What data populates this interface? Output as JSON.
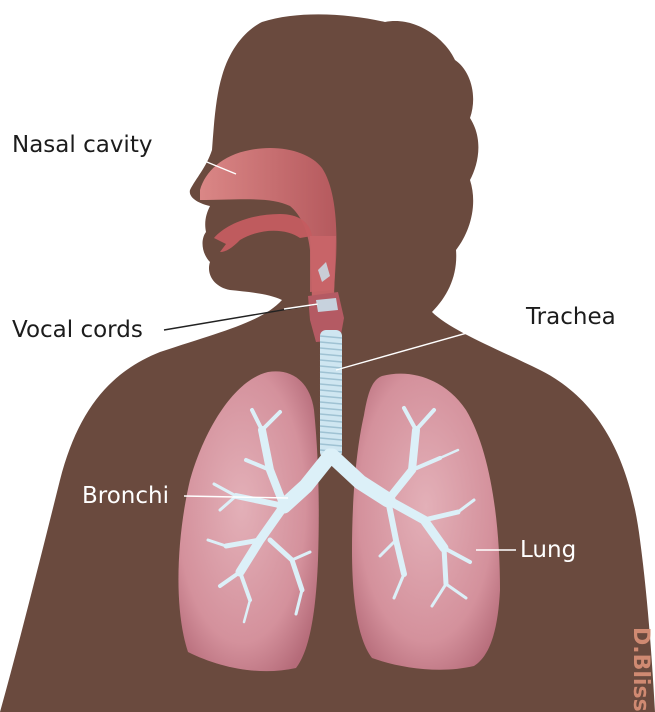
{
  "labels": {
    "nasal_cavity": "Nasal cavity",
    "vocal_cords": "Vocal cords",
    "trachea": "Trachea",
    "bronchi": "Bronchi",
    "lung": "Lung"
  },
  "signature": "D.Bliss",
  "colors": {
    "silhouette": "#6a4a3e",
    "lung_fill": "#d4919c",
    "lung_edge": "#b96d7b",
    "airway_tissue": "#cf6e72",
    "bronchial_tree": "#d9eef7",
    "trachea_rings": "#b7d4e2",
    "leader_line": "#ffffff",
    "signature": "#d08a72"
  }
}
